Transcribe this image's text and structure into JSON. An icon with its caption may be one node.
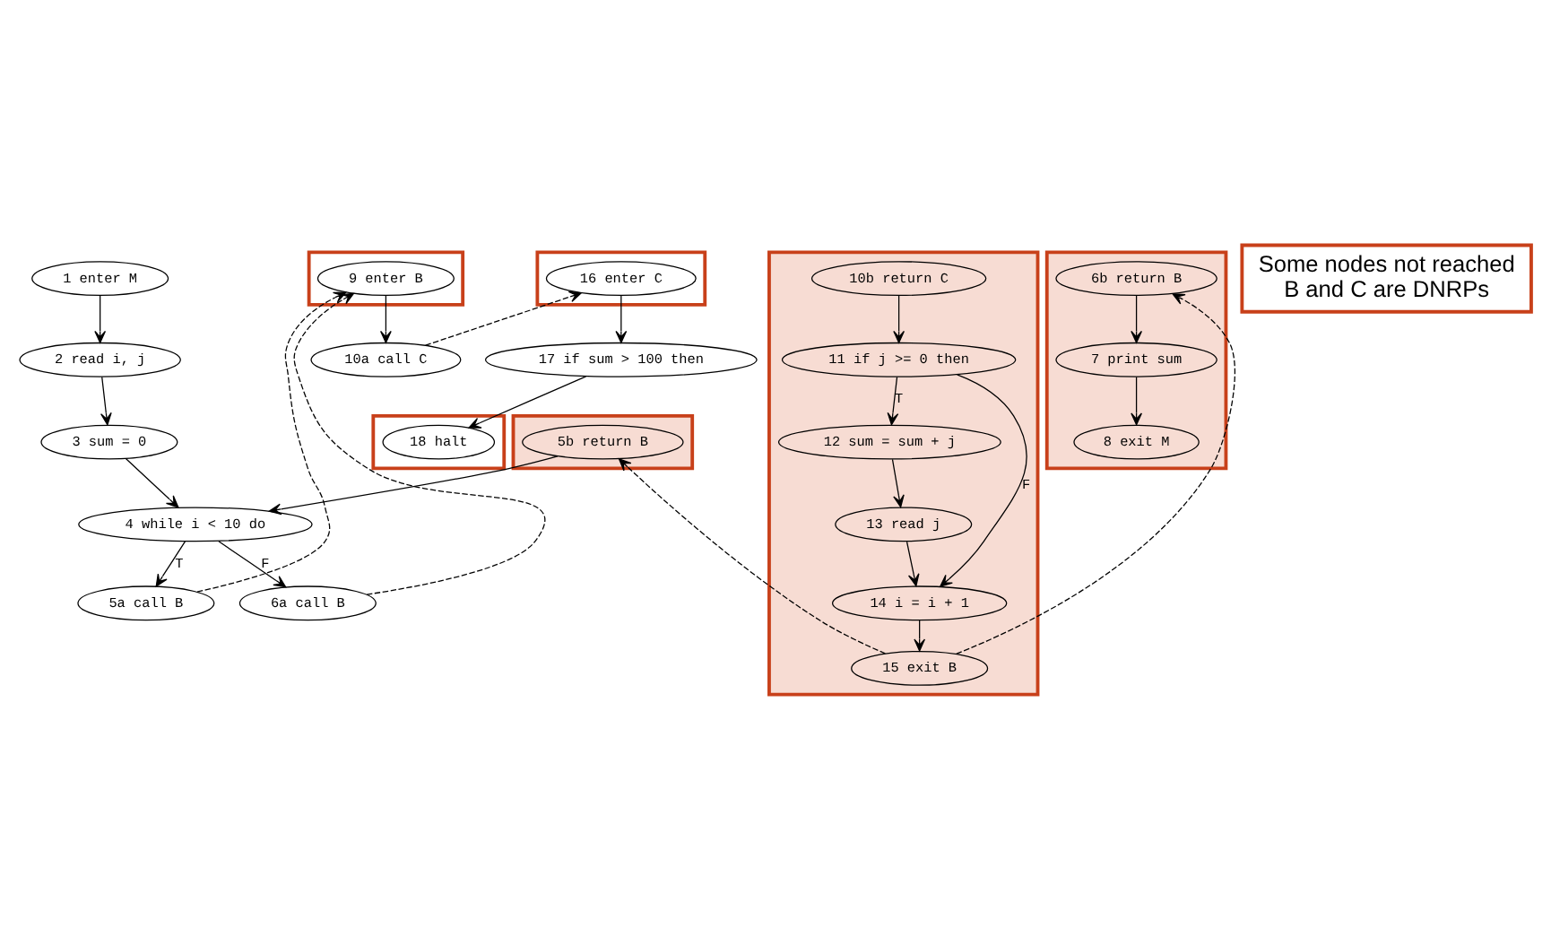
{
  "diagram": {
    "nodes": [
      {
        "text": [
          "1 enter M"
        ]
      },
      {
        "text": [
          "2 read i, j"
        ]
      },
      {
        "text": [
          "3 sum = 0"
        ]
      },
      {
        "text": [
          "4 while i < 10 do"
        ]
      },
      {
        "text": [
          "5a call B"
        ]
      },
      {
        "text": [],
        "shape": "cross"
      },
      {
        "text": [
          "5b return B"
        ],
        "in": 5
      },
      {
        "text": [
          "6a call B"
        ]
      },
      {
        "text": [],
        "shape": "cross"
      },
      {
        "text": [
          "6b return B"
        ],
        "in": 8
      },
      {
        "text": [
          "7 print sum"
        ],
        "in": 8
      },
      {
        "text": [
          "8 exit M"
        ],
        "in": 8
      },
      {
        "text": [],
        "shape": "box"
      },
      {
        "text": [
          "9 enter B"
        ],
        "in": 12
      },
      {
        "text": [
          "10a call C"
        ]
      },
      {
        "text": [],
        "shape": "cross"
      },
      {
        "text": [
          "10b return C"
        ],
        "in": 15
      },
      {
        "text": [
          "11 if j >= 0 then"
        ],
        "in": 15
      },
      {
        "text": [
          "12 sum = sum + j"
        ],
        "in": 15
      },
      {
        "text": [
          "13 read j"
        ],
        "in": 15
      },
      {
        "text": [
          "14 i = i + 1"
        ],
        "in": 15
      },
      {
        "text": [
          "15 exit B"
        ],
        "in": 15
      },
      {
        "text": [],
        "shape": "box"
      },
      {
        "text": [
          "16 enter C"
        ],
        "in": 22
      },
      {
        "text": [
          "17 if sum > 100 then"
        ]
      },
      {
        "text": [],
        "shape": "box"
      },
      {
        "text": [
          "18 halt"
        ],
        "in": 25
      },
      {
        "text": [
          "Some nodes not reached",
          "B and C are DNRPs"
        ]
      }
    ],
    "edges": [
      {
        "from": 0,
        "to": 1,
        "arrow": "to"
      },
      {
        "from": 1,
        "to": 2,
        "arrow": "to"
      },
      {
        "from": 2,
        "to": 3,
        "arrow": "to"
      },
      {
        "from": 3,
        "to": 4,
        "arrow": "to",
        "label": "T"
      },
      {
        "from": 3,
        "to": 7,
        "arrow": "to",
        "label": "F"
      },
      {
        "from": 6,
        "to": 3,
        "arrow": "to"
      },
      {
        "from": 9,
        "to": 10,
        "arrow": "to"
      },
      {
        "from": 10,
        "to": 11,
        "arrow": "to"
      },
      {
        "from": 4,
        "to": 13,
        "arrow": "to",
        "style": "dashed"
      },
      {
        "from": 7,
        "to": 13,
        "arrow": "to",
        "style": "dashed"
      },
      {
        "from": 13,
        "to": 14,
        "arrow": "to"
      },
      {
        "from": 14,
        "to": 23,
        "arrow": "to",
        "style": "dashed"
      },
      {
        "from": 16,
        "to": 17,
        "arrow": "to"
      },
      {
        "from": 17,
        "to": 18,
        "arrow": "to",
        "label": "T"
      },
      {
        "from": 17,
        "to": 20,
        "arrow": "to",
        "label": "F"
      },
      {
        "from": 18,
        "to": 19,
        "arrow": "to"
      },
      {
        "from": 19,
        "to": 20,
        "arrow": "to"
      },
      {
        "from": 20,
        "to": 21,
        "arrow": "to"
      },
      {
        "from": 21,
        "to": 6,
        "arrow": "to",
        "style": "dashed"
      },
      {
        "from": 21,
        "to": 9,
        "arrow": "to",
        "style": "dashed"
      },
      {
        "from": 23,
        "to": 24,
        "arrow": "to"
      },
      {
        "from": 24,
        "to": 26,
        "arrow": "to"
      }
    ]
  }
}
